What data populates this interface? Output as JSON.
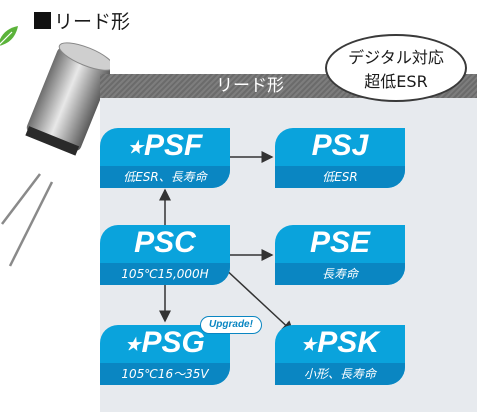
{
  "heading": {
    "text": "リード形"
  },
  "callout": {
    "line1": "デジタル対応",
    "line2": "超低ESR"
  },
  "panel": {
    "title": "リード形"
  },
  "nodes": [
    {
      "id": "psf",
      "star": "★",
      "code": "PSF",
      "sub": "低ESR、長寿命"
    },
    {
      "id": "psj",
      "star": "",
      "code": "PSJ",
      "sub": "低ESR"
    },
    {
      "id": "psc",
      "star": "",
      "code": "PSC",
      "sub": "105℃15,000H"
    },
    {
      "id": "pse",
      "star": "",
      "code": "PSE",
      "sub": "長寿命"
    },
    {
      "id": "psg",
      "star": "★",
      "code": "PSG",
      "sub": "105℃16～35V"
    },
    {
      "id": "psk",
      "star": "★",
      "code": "PSK",
      "sub": "小形、長寿命"
    }
  ],
  "badge": {
    "text": "Upgrade!"
  },
  "edges": [
    {
      "from": "PSF",
      "to": "PSJ"
    },
    {
      "from": "PSC",
      "to": "PSF"
    },
    {
      "from": "PSC",
      "to": "PSE"
    },
    {
      "from": "PSC",
      "to": "PSG"
    },
    {
      "from": "PSC",
      "to": "PSK"
    }
  ],
  "colors": {
    "node": "#0aa3dc",
    "node_sub": "#0a86c2",
    "panel": "#e7eaee",
    "arrow": "#333333"
  }
}
